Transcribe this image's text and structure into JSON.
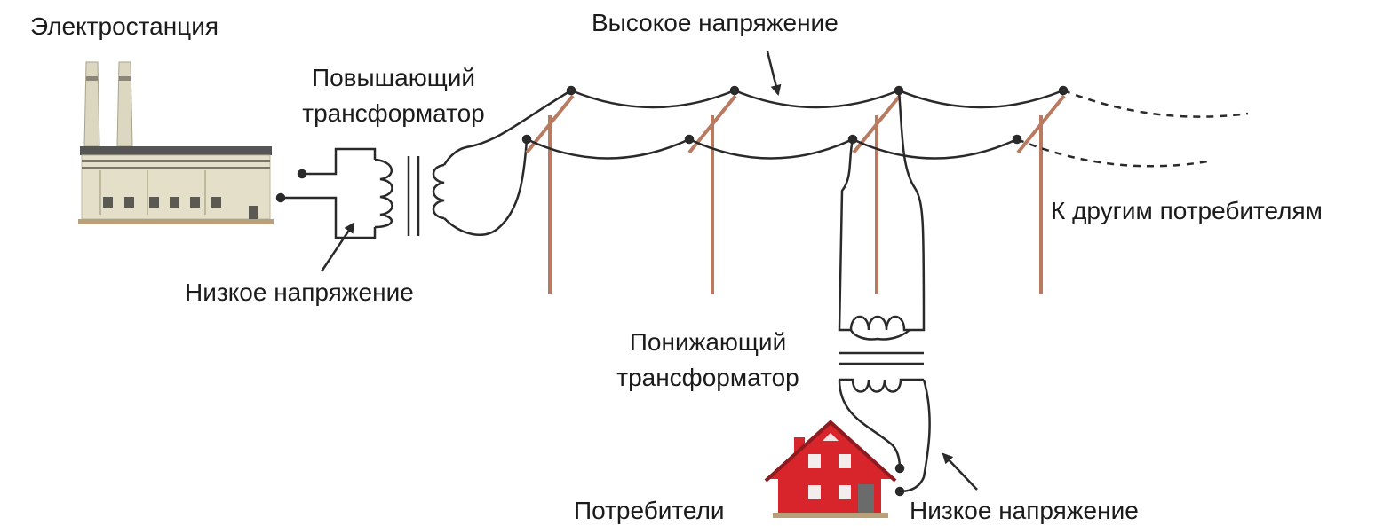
{
  "labels": {
    "power_station": "Электростанция",
    "high_voltage": "Высокое напряжение",
    "step_up_line1": "Повышающий",
    "step_up_line2": "трансформатор",
    "low_voltage_source": "Низкое напряжение",
    "other_consumers": "К другим потребителям",
    "step_down_line1": "Понижающий",
    "step_down_line2": "трансформатор",
    "consumers": "Потребители",
    "low_voltage_consumer": "Низкое напряжение"
  },
  "colors": {
    "wire": "#2a2a2a",
    "pole": "#b87a60",
    "house_wall": "#d8242b",
    "house_roof": "#8e1b20",
    "house_base": "#b7a07a",
    "plant_wall": "#e3dfc8",
    "plant_roof": "#555555",
    "chimney": "#d8d3bd"
  },
  "icons": [
    "power-plant-icon",
    "house-icon"
  ]
}
